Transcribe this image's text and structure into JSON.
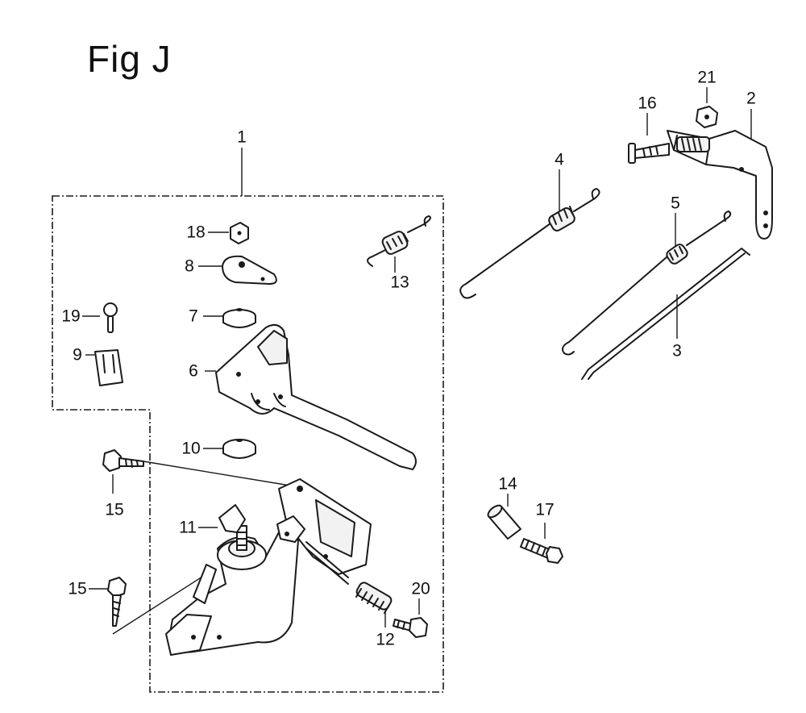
{
  "figure": {
    "title": "Fig J"
  },
  "callouts": [
    {
      "label": "1"
    },
    {
      "label": "2"
    },
    {
      "label": "3"
    },
    {
      "label": "4"
    },
    {
      "label": "5"
    },
    {
      "label": "6"
    },
    {
      "label": "7"
    },
    {
      "label": "8"
    },
    {
      "label": "9"
    },
    {
      "label": "10"
    },
    {
      "label": "11"
    },
    {
      "label": "12"
    },
    {
      "label": "13"
    },
    {
      "label": "14"
    },
    {
      "label": "15"
    },
    {
      "label": "15"
    },
    {
      "label": "16"
    },
    {
      "label": "17"
    },
    {
      "label": "18"
    },
    {
      "label": "19"
    },
    {
      "label": "20"
    },
    {
      "label": "21"
    }
  ]
}
